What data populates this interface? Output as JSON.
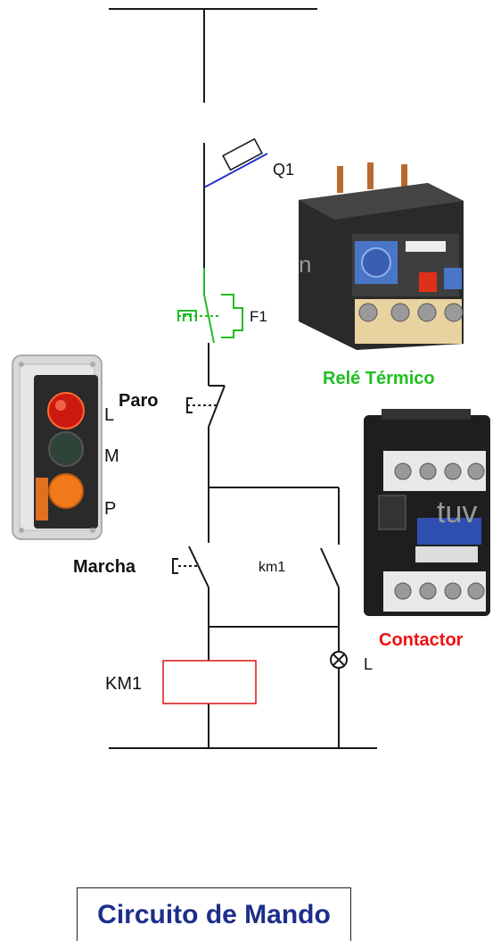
{
  "labels": {
    "q1": "Q1",
    "f1": "F1",
    "paro": "Paro",
    "marcha": "Marcha",
    "km1_contact": "km1",
    "km1_coil": "KM1",
    "lamp": "L",
    "button_l": "L",
    "button_m": "M",
    "button_p": "P",
    "rele_termico": "Relé Térmico",
    "contactor": "Contactor",
    "watermark_1": "n",
    "watermark_2": "tuv"
  },
  "caption": "Circuito de Mando",
  "colors": {
    "line": "#1a1a1a",
    "fuse_link": "#2233cc",
    "thermal_relay": "#22bb22",
    "coil": "#dd2222",
    "rele_label": "#1fbf1f",
    "contactor_label": "#ee1111",
    "caption_text": "#1d2e8a"
  }
}
